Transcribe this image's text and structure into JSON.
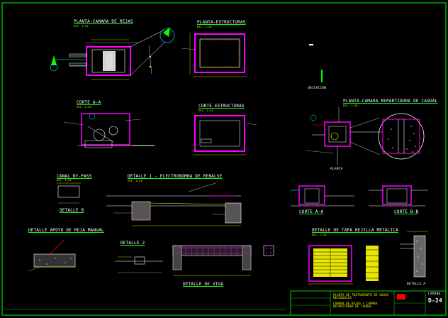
{
  "colors": {
    "background": "#000000",
    "frame": "#00ff00",
    "wall": "#ff00ff",
    "dimension": "#ffff00",
    "annotation": "#ffffff",
    "cyan": "#00ffff",
    "red": "#ff0000",
    "orange": "#ff8000"
  },
  "titles": {
    "planta_camara_rejas": "PLANTA-CAMARA DE REJAS",
    "planta_estructuras": "PLANTA-ESTRUCTURAS",
    "corte_a": "CORTE A-A",
    "corte_estructuras": "CORTE-ESTRUCTURAS",
    "ubicacion": "UBICACION",
    "planta_camara_repartidora": "PLANTA-CAMARA REPARTIDORA DE CAUDAL",
    "planta_small": "PLANTA",
    "canal_by_pass": "CANAL BY-PASS",
    "detalle_b": "DETALLE B",
    "detalle_1": "DETALLE 1 - ELECTROBOMBA DE REBALSE",
    "detalle_apoyo": "DETALLE APOYO DE REJA MANUAL",
    "detalle_2": "DETALLE 2",
    "detalle_viga": "DETALLE DE VIGA",
    "detalle_tapa": "DETALLE DE TAPA REJILLA METALICA",
    "detalle_a": "DETALLE A",
    "corte_a2": "CORTE A-A",
    "corte_b": "CORTE B-B",
    "scale": "ESC. 1:25"
  },
  "title_block": {
    "sheet_number": "D-24",
    "project": "PLANTA DE TRATAMIENTO DE AGUAS RESIDUALES",
    "drawing": "CAMARA DE REJAS Y CAMARA REPARTIDORA DE CAUDAL",
    "sheet_label": "LAMINA"
  }
}
